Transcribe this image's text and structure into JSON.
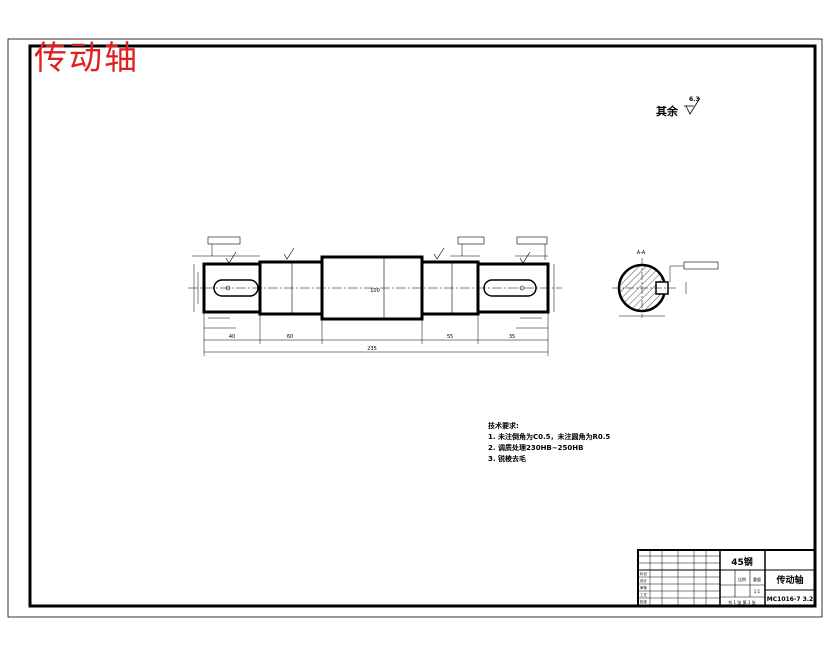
{
  "drawing": {
    "title": "传动轴",
    "rough_label": "其余",
    "rough_value": "6.3",
    "tech_title": "技术要求:",
    "tech_items": [
      "1. 未注倒角为C0.5，未注圆角为R0.5",
      "2. 调质处理230HB~250HB",
      "3. 锐棱去毛"
    ],
    "section_label": "A-A",
    "dims": {
      "total": "235",
      "d1": "40",
      "d2": "60",
      "d3": "100",
      "d4": "55",
      "d5": "35"
    }
  },
  "title_block": {
    "material": "45钢",
    "part_name": "传动轴",
    "drawing_no": "MC1016-7 3.2",
    "scale_label": "比例",
    "weight_label": "重量",
    "scale_value": "1:1",
    "sheet_info": "共 1 张 第 1 张",
    "rows": [
      "标记",
      "设计",
      "审核",
      "工艺",
      "批准"
    ]
  },
  "colors": {
    "title_red": "#e02020",
    "ink": "#000000"
  }
}
